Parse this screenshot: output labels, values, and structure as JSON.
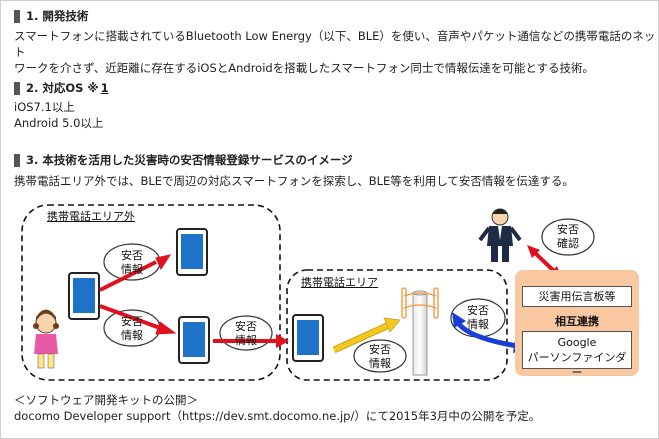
{
  "section1": {
    "title": "1. 開発技術",
    "body_line1": "スマートフォンに搭載されているBluetooth Low Energy（以下、BLE）を使い、音声やパケット通信などの携帯電話のネット",
    "body_line2": "ワークを介さず、近距離に存在するiOSとAndroidを搭載したスマートフォン同士で情報伝達を可能とする技術。"
  },
  "section2": {
    "title": "2. 対応OS ※",
    "note_link": "1",
    "os_ios": "iOS7.1以上",
    "os_android": "Android 5.0以上"
  },
  "section3": {
    "title": "3. 本技術を活用した災害時の安否情報登録サービスのイメージ",
    "description": "携帯電話エリア外では、BLEで周辺の対応スマートフォンを探索し、BLE等を利用して安否情報を伝達する。"
  },
  "diagram": {
    "out_of_area_label": "携帯電話エリア外",
    "in_area_label": "携帯電話エリア",
    "safety_info_line1": "安否",
    "safety_info_line2": "情報",
    "safety_confirm_line1": "安否",
    "safety_confirm_line2": "確認",
    "board_label": "災害用伝言板等",
    "mutual_link_label": "相互連携",
    "finder_line1": "Google",
    "finder_line2": "パーソンファインダー"
  },
  "footer": {
    "line1": "＜ソフトウェア開発キットの公開＞",
    "line2": "docomo Developer support（https://dev.smt.docomo.ne.jp/）にて2015年3月中の公開を予定。"
  },
  "colors": {
    "red_arrow": "#e0101e",
    "blue_arrow": "#1a3fd6",
    "yellow_arrow": "#f2c81e",
    "panel_orange": "#f9c7a0",
    "phone_blue": "#1e73c8"
  }
}
